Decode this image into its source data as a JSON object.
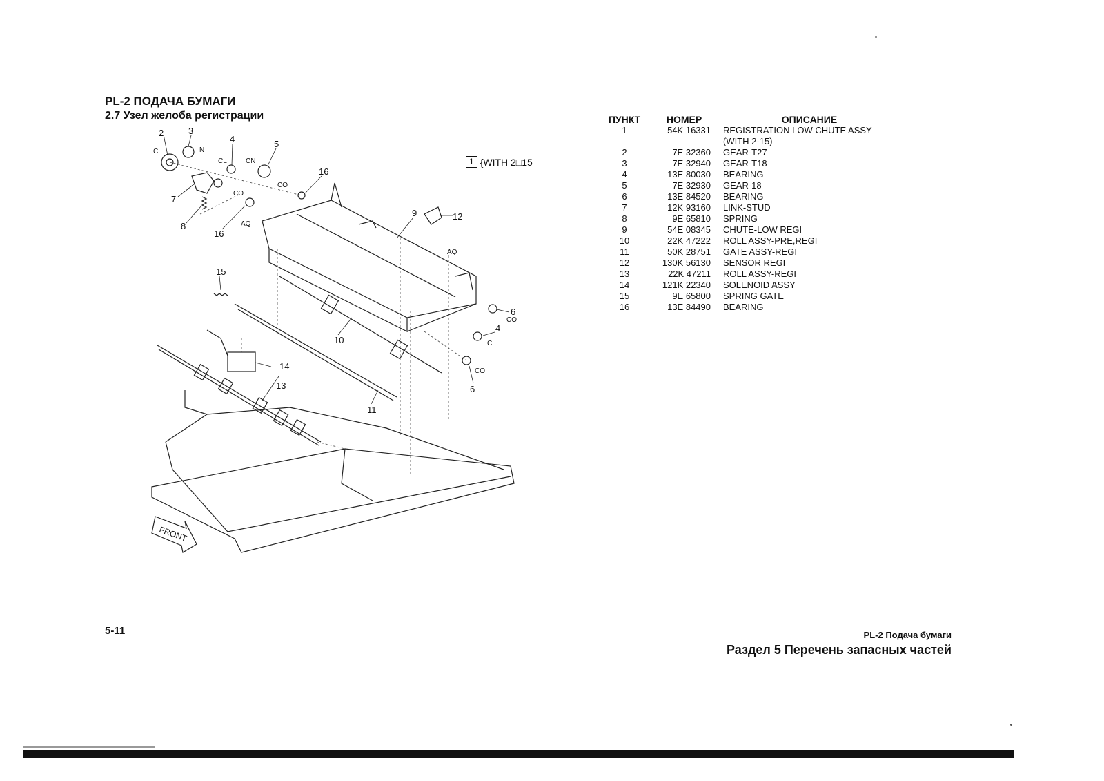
{
  "header": {
    "title": "PL-2 ПОДАЧА БУМАГИ",
    "subtitle": "2.7 Узел желоба регистрации"
  },
  "diagram": {
    "kit_ref_box": "1",
    "kit_ref_text": "{WITH 2□15",
    "callouts": {
      "c2": "2",
      "c3": "3",
      "c4a": "4",
      "c5": "5",
      "c16a": "16",
      "c7": "7",
      "c8": "8",
      "c16b": "16",
      "c9": "9",
      "c12": "12",
      "c15": "15",
      "c10": "10",
      "c6a": "6",
      "c4b": "4",
      "c14": "14",
      "c13": "13",
      "c11": "11",
      "c6b": "6"
    },
    "codes": {
      "cl1": "CL",
      "n": "N",
      "cl2": "CL",
      "cn": "CN",
      "co1": "CO",
      "co2": "CO",
      "aq1": "AQ",
      "aq2": "AQ",
      "co3": "CO",
      "cl3": "CL",
      "co4": "CO"
    },
    "front_label": "FRONT"
  },
  "parts_table": {
    "headers": {
      "item": "ПУНКТ",
      "part": "НОМЕР",
      "desc": "ОПИСАНИЕ"
    },
    "rows": [
      {
        "item": "1",
        "part": "54K 16331",
        "desc": "REGISTRATION LOW CHUTE ASSY"
      },
      {
        "item": "",
        "part": "",
        "desc": "(WITH 2-15)"
      },
      {
        "item": "2",
        "part": "7E 32360",
        "desc": "GEAR-T27"
      },
      {
        "item": "3",
        "part": "7E 32940",
        "desc": "GEAR-T18"
      },
      {
        "item": "4",
        "part": "13E 80030",
        "desc": "BEARING"
      },
      {
        "item": "5",
        "part": "7E 32930",
        "desc": "GEAR-18"
      },
      {
        "item": "6",
        "part": "13E 84520",
        "desc": "BEARING"
      },
      {
        "item": "7",
        "part": "12K 93160",
        "desc": "LINK-STUD"
      },
      {
        "item": "8",
        "part": "9E 65810",
        "desc": "SPRING"
      },
      {
        "item": "9",
        "part": "54E 08345",
        "desc": "CHUTE-LOW REGI"
      },
      {
        "item": "10",
        "part": "22K 47222",
        "desc": "ROLL ASSY-PRE,REGI"
      },
      {
        "item": "11",
        "part": "50K 28751",
        "desc": "GATE ASSY-REGI"
      },
      {
        "item": "12",
        "part": "130K 56130",
        "desc": "SENSOR REGI"
      },
      {
        "item": "13",
        "part": "22K 47211",
        "desc": "ROLL ASSY-REGI"
      },
      {
        "item": "14",
        "part": "121K 22340",
        "desc": "SOLENOID ASSY"
      },
      {
        "item": "15",
        "part": "9E 65800",
        "desc": "SPRING GATE"
      },
      {
        "item": "16",
        "part": "13E 84490",
        "desc": "BEARING"
      }
    ]
  },
  "footer": {
    "page_number": "5-11",
    "section_small": "PL-2 Подача бумаги",
    "section_large": "Раздел 5 Перечень запасных частей"
  }
}
